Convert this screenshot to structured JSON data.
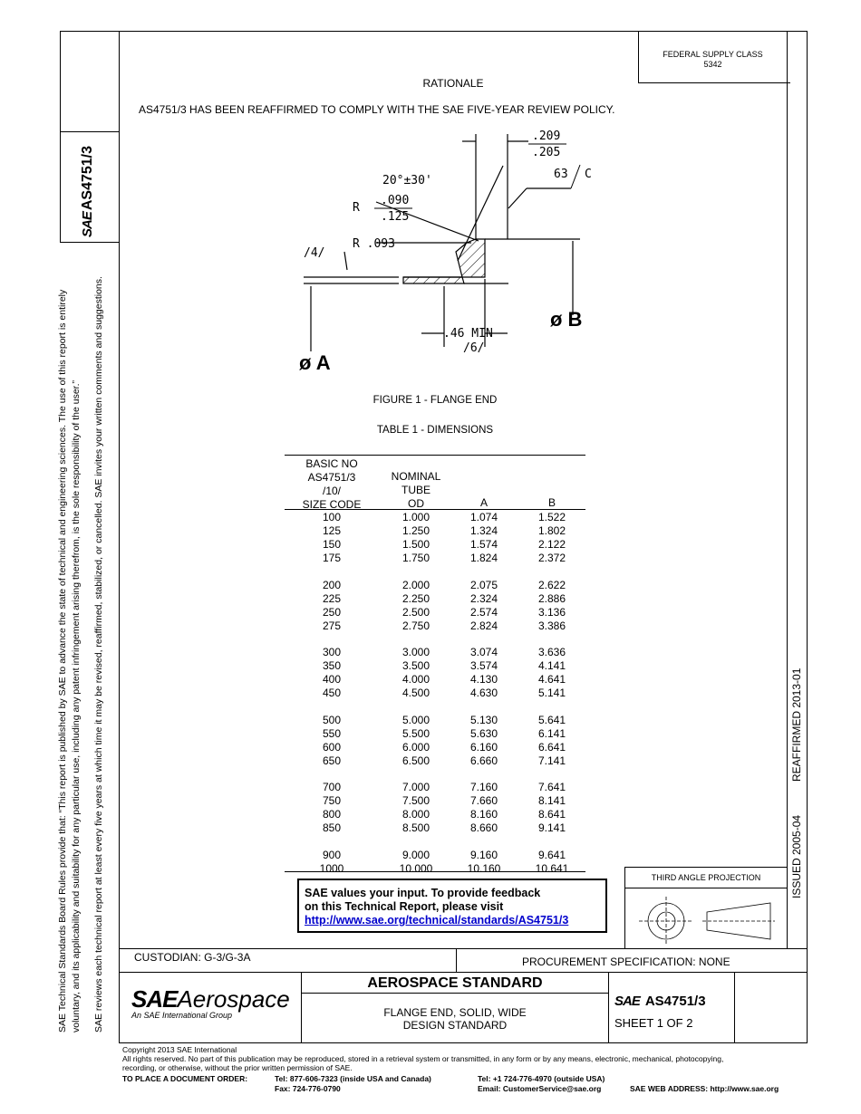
{
  "doc_number": "AS4751/3",
  "sae_logo": "SAE",
  "federal_supply": {
    "line1": "FEDERAL SUPPLY CLASS",
    "line2": "5342"
  },
  "rationale": {
    "title": "RATIONALE",
    "text": "AS4751/3 HAS BEEN REAFFIRMED TO COMPLY WITH THE SAE FIVE-YEAR REVIEW POLICY."
  },
  "left_margin": {
    "line1": "SAE Technical Standards Board Rules provide that: “This report is published by SAE to advance the state of technical and engineering sciences. The use of this report is entirely",
    "line2": "voluntary, and its applicability and suitability for any particular use, including any patent infringement arising therefrom, is the sole responsibility of the user.”",
    "line3": "SAE reviews each technical report at least every five years at which time it may be revised, reaffirmed, stabilized, or cancelled. SAE invites your written comments and suggestions."
  },
  "right_margin": {
    "issued": "ISSUED 2005-04",
    "reaffirmed": "REAFFIRMED 2013-01"
  },
  "figure": {
    "caption": "FIGURE 1 - FLANGE END",
    "labels": {
      "dim1_top": ".209",
      "dim1_bottom": ".205",
      "angle": "20°±30'",
      "finish": "63",
      "finish_c": "C",
      "r1_prefix": "R",
      "r1_top": ".090",
      "r1_bottom": ".125",
      "r2": "R .093",
      "note4": "/4/",
      "min_len": ".46 MIN",
      "note6": "/6/",
      "dia_a": "ø A",
      "dia_b": "ø B"
    }
  },
  "table": {
    "title": "TABLE 1 - DIMENSIONS",
    "headers": {
      "col1": [
        "BASIC NO",
        "AS4751/3",
        "/10/",
        "SIZE CODE"
      ],
      "col2": [
        "NOMINAL",
        "TUBE",
        "OD"
      ],
      "col3": [
        "A"
      ],
      "col4": [
        "B"
      ]
    },
    "groups": [
      [
        [
          "100",
          "1.000",
          "1.074",
          "1.522"
        ],
        [
          "125",
          "1.250",
          "1.324",
          "1.802"
        ],
        [
          "150",
          "1.500",
          "1.574",
          "2.122"
        ],
        [
          "175",
          "1.750",
          "1.824",
          "2.372"
        ]
      ],
      [
        [
          "200",
          "2.000",
          "2.075",
          "2.622"
        ],
        [
          "225",
          "2.250",
          "2.324",
          "2.886"
        ],
        [
          "250",
          "2.500",
          "2.574",
          "3.136"
        ],
        [
          "275",
          "2.750",
          "2.824",
          "3.386"
        ]
      ],
      [
        [
          "300",
          "3.000",
          "3.074",
          "3.636"
        ],
        [
          "350",
          "3.500",
          "3.574",
          "4.141"
        ],
        [
          "400",
          "4.000",
          "4.130",
          "4.641"
        ],
        [
          "450",
          "4.500",
          "4.630",
          "5.141"
        ]
      ],
      [
        [
          "500",
          "5.000",
          "5.130",
          "5.641"
        ],
        [
          "550",
          "5.500",
          "5.630",
          "6.141"
        ],
        [
          "600",
          "6.000",
          "6.160",
          "6.641"
        ],
        [
          "650",
          "6.500",
          "6.660",
          "7.141"
        ]
      ],
      [
        [
          "700",
          "7.000",
          "7.160",
          "7.641"
        ],
        [
          "750",
          "7.500",
          "7.660",
          "8.141"
        ],
        [
          "800",
          "8.000",
          "8.160",
          "8.641"
        ],
        [
          "850",
          "8.500",
          "8.660",
          "9.141"
        ]
      ],
      [
        [
          "900",
          "9.000",
          "9.160",
          "9.641"
        ],
        [
          "1000",
          "10.000",
          "10.160",
          "10.641"
        ]
      ]
    ]
  },
  "feedback": {
    "line1": "SAE values your input. To provide feedback",
    "line2": "on this Technical Report, please visit",
    "link": "http://www.sae.org/technical/standards/AS4751/3"
  },
  "projection": {
    "label": "THIRD ANGLE PROJECTION"
  },
  "custodian": "CUSTODIAN: G-3/G-3A",
  "procurement": "PROCUREMENT SPECIFICATION: NONE",
  "title_block": {
    "logo_main": "SAE",
    "logo_word": "Aerospace",
    "logo_sub": "An SAE International Group",
    "standard": "AEROSPACE STANDARD",
    "desc1": "FLANGE END, SOLID, WIDE",
    "desc2": "DESIGN STANDARD",
    "sheet": "SHEET 1 OF 2"
  },
  "footer": {
    "copyright": "Copyright 2013 SAE International",
    "rights1": "All rights reserved. No part of this publication may be reproduced, stored in a retrieval system or transmitted, in any form or by any means, electronic, mechanical, photocopying,",
    "rights2": "recording, or otherwise, without the prior written permission of SAE.",
    "order_label": "TO PLACE A DOCUMENT ORDER:",
    "tel_us": "Tel: 877-606-7323 (inside USA and Canada)",
    "fax": "Fax: 724-776-0790",
    "tel_intl": "Tel: +1 724-776-4970 (outside USA)",
    "email": "Email: CustomerService@sae.org",
    "web": "SAE WEB ADDRESS: http://www.sae.org"
  }
}
